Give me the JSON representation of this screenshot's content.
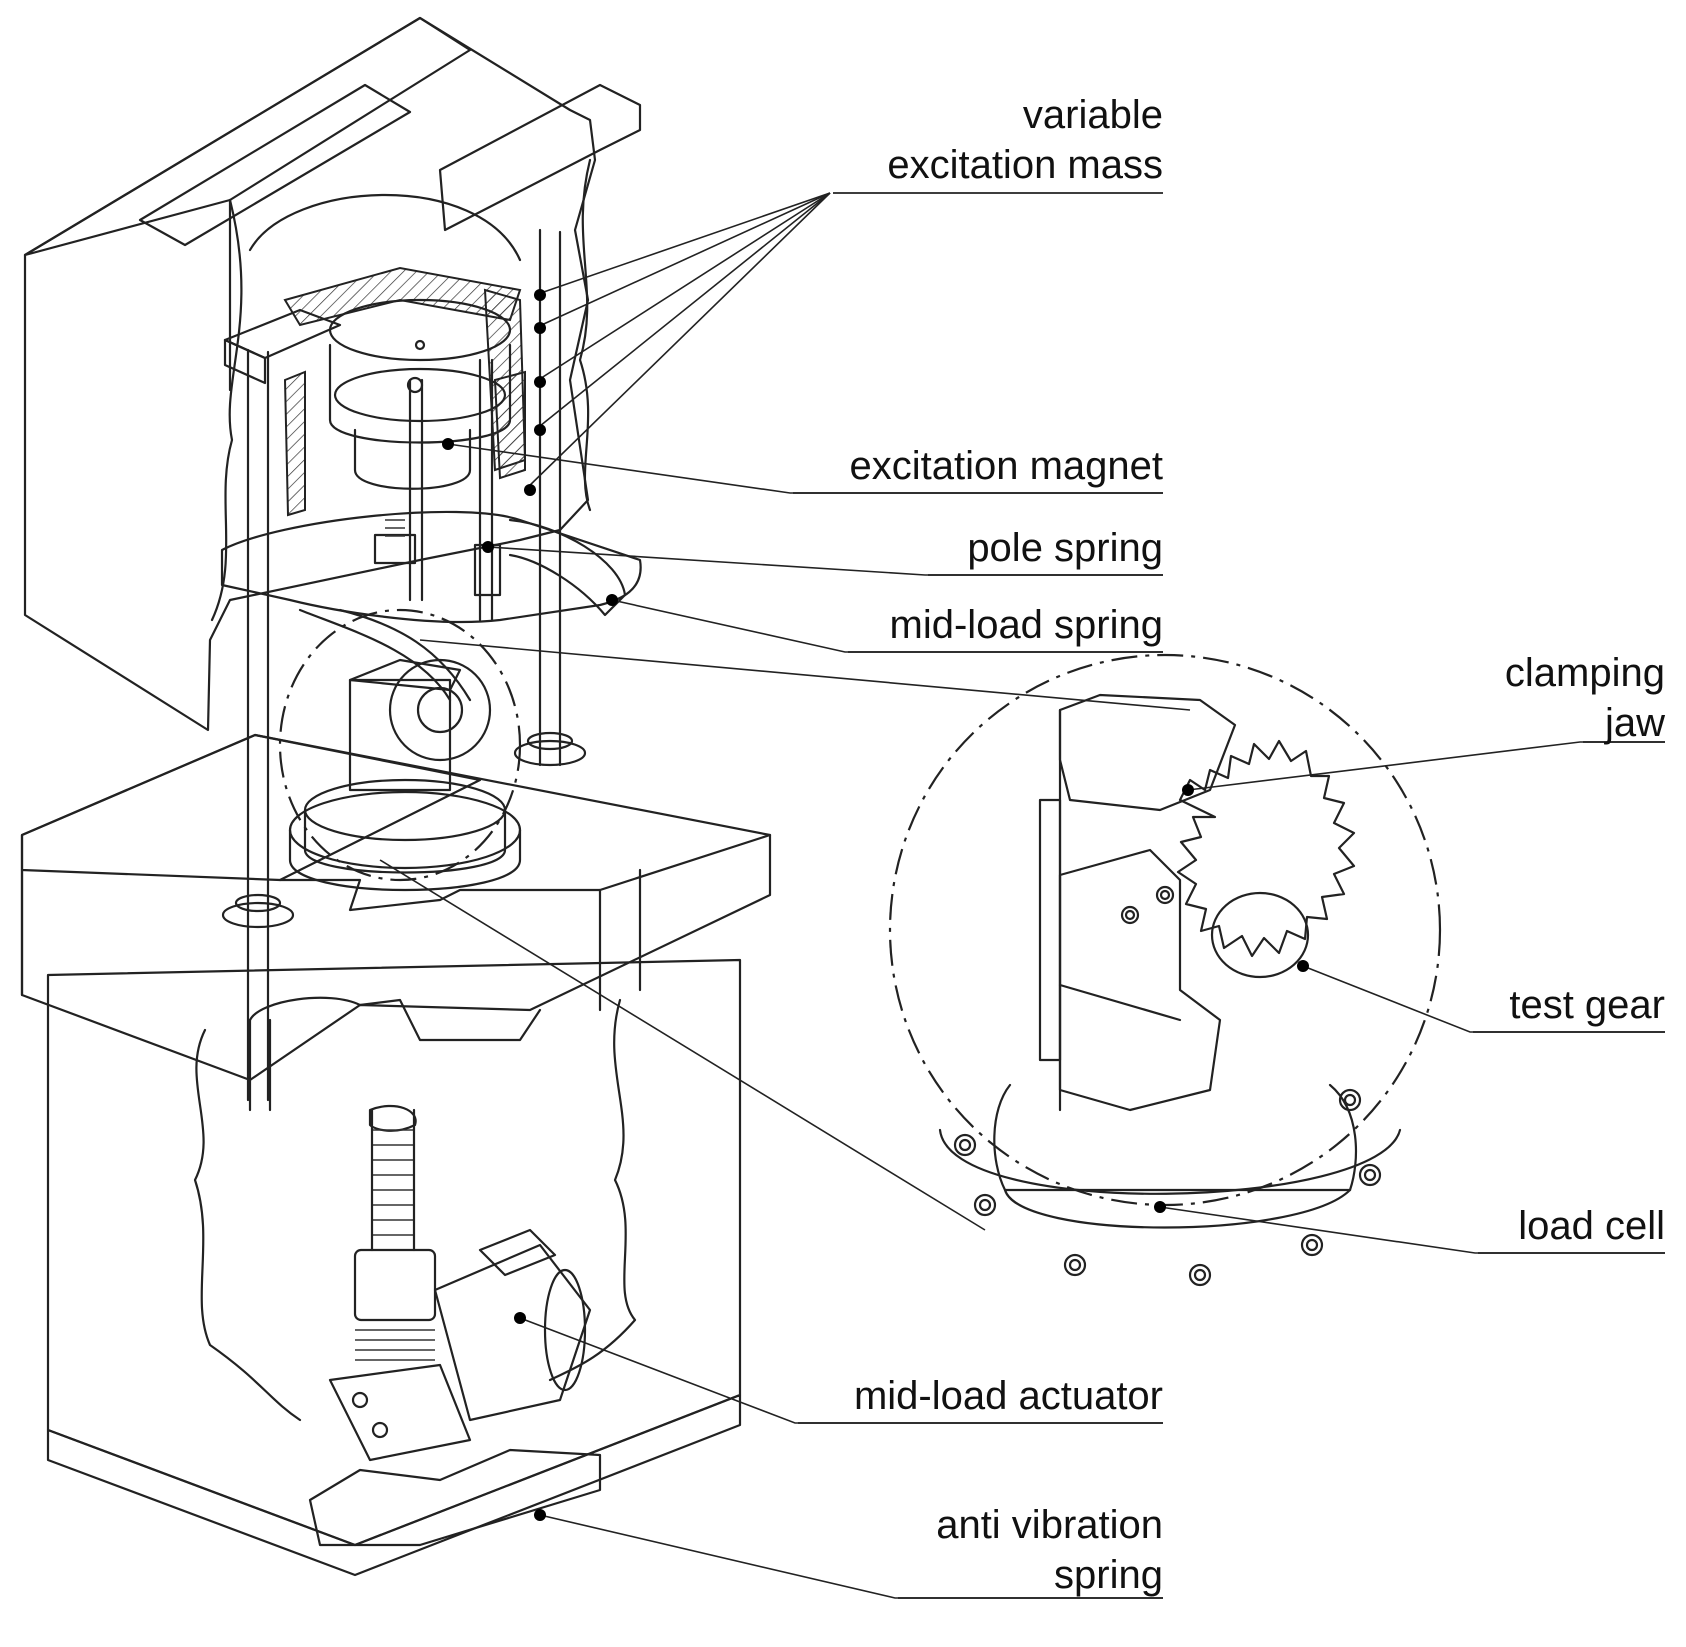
{
  "labels": {
    "variable_excitation_mass": [
      "variable",
      "excitation mass"
    ],
    "excitation_magnet": [
      "excitation magnet"
    ],
    "pole_spring": [
      "pole spring"
    ],
    "mid_load_spring": [
      "mid-load spring"
    ],
    "clamping_jaw": [
      "clamping",
      "jaw"
    ],
    "test_gear": [
      "test gear"
    ],
    "load_cell": [
      "load cell"
    ],
    "mid_load_actuator": [
      "mid-load actuator"
    ],
    "anti_vibration_spring": [
      "anti vibration",
      "spring"
    ]
  }
}
